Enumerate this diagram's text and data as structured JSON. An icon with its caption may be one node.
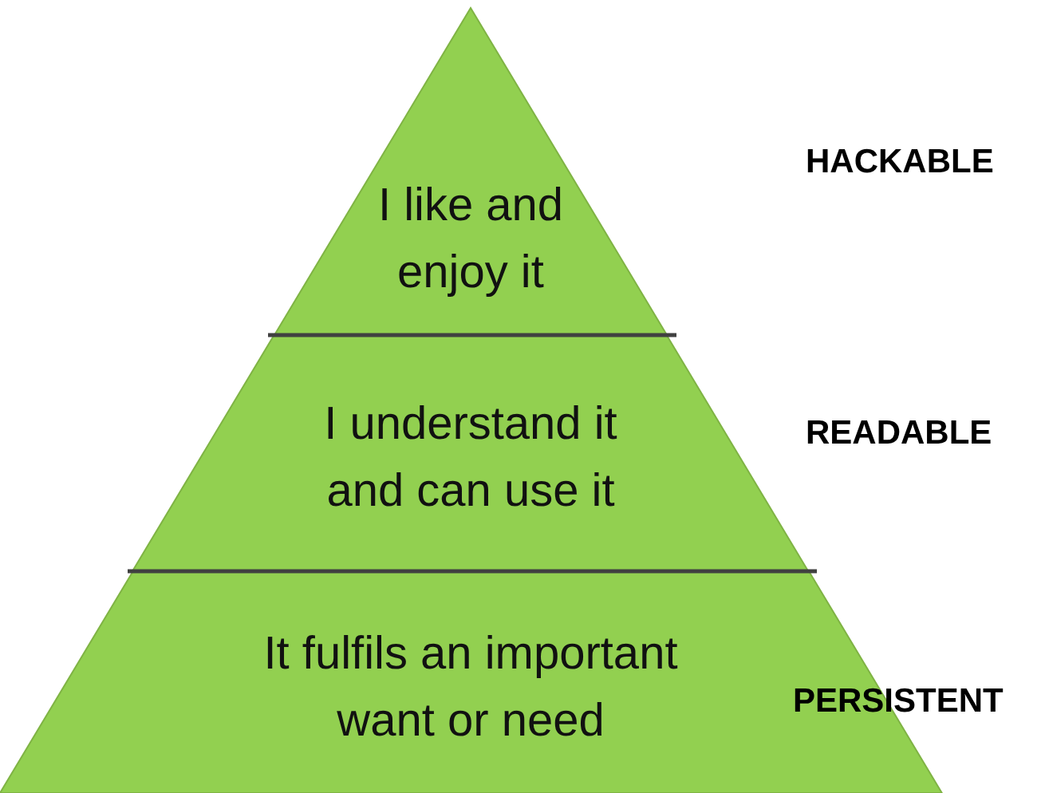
{
  "diagram": {
    "nodes": [
      {
        "text": [
          "I like and enjoy it"
        ]
      },
      {
        "text": [
          "I understand it and can use it"
        ]
      },
      {
        "text": [
          "It fulfils an important want or need"
        ]
      }
    ],
    "labels": [
      "HACKABLE",
      "READABLE",
      "PERSISTENT"
    ]
  }
}
